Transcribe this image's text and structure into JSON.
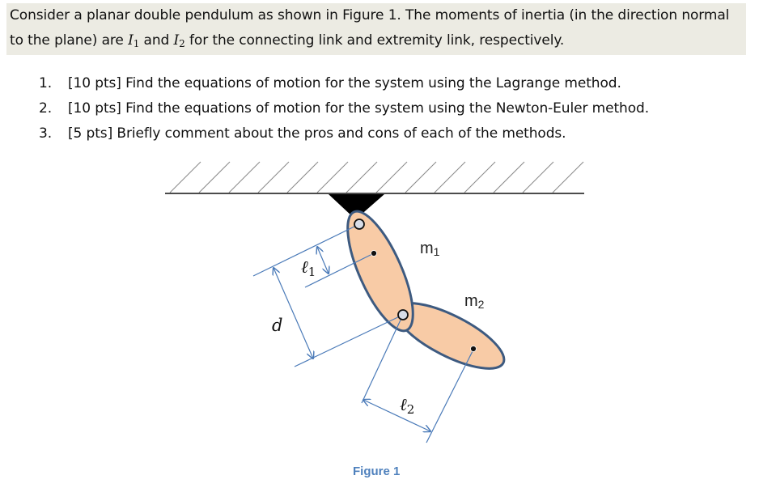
{
  "intro": {
    "part1": "Consider a planar double pendulum as shown in Figure 1. The moments of inertia (in the direction normal to the plane) are ",
    "I1_symbol": "I",
    "I1_sub": "1",
    "and": " and ",
    "I2_symbol": "I",
    "I2_sub": "2",
    "part2": " for the connecting link and extremity link, respectively."
  },
  "tasks": [
    {
      "num": "1.",
      "text": "[10 pts] Find the equations of motion for the system using the Lagrange method."
    },
    {
      "num": "2.",
      "text": "[10 pts] Find the equations of motion for the system using the Newton-Euler method."
    },
    {
      "num": "3.",
      "text": "[5 pts] Briefly comment about the pros and cons of each of the methods."
    }
  ],
  "figure": {
    "caption": "Figure 1",
    "labels": {
      "m1": "m",
      "m1_sub": "1",
      "m2": "m",
      "m2_sub": "2",
      "l1": "ℓ",
      "l1_sub": "1",
      "l2": "ℓ",
      "l2_sub": "2",
      "d": "d"
    },
    "colors": {
      "link_fill": "#f8cba6",
      "link_stroke": "#3d5a80",
      "dimension": "#4a7ab8",
      "intro_bg": "#ecebe3",
      "caption": "#4f81bd"
    }
  }
}
